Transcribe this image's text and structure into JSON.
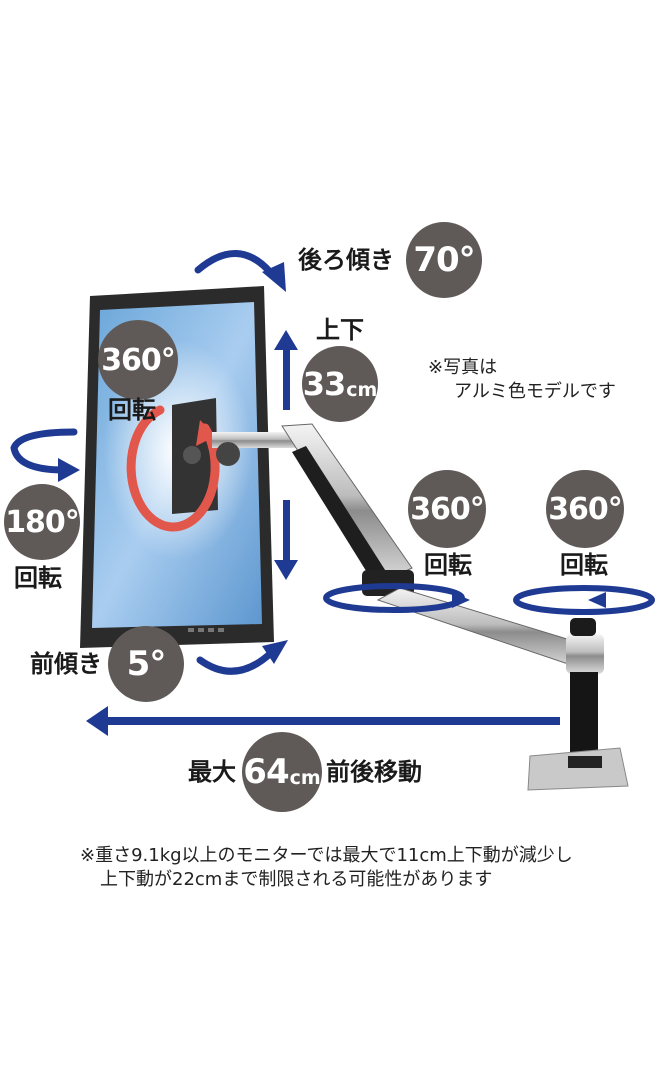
{
  "colors": {
    "arrow": "#1f3a93",
    "rotate": "#e2574c",
    "badge": "#5f5a57"
  },
  "labels": {
    "back_tilt": "後ろ傾き",
    "back_tilt_value": "70°",
    "lift": "上下",
    "lift_value": "33",
    "lift_unit": "cm",
    "screen_rotate_value": "360°",
    "screen_rotate": "回転",
    "swivel_value": "180°",
    "swivel": "回転",
    "fwd_tilt": "前傾き",
    "fwd_tilt_value": "5°",
    "elbow_rotate_value": "360°",
    "elbow_rotate": "回転",
    "base_rotate_value": "360°",
    "base_rotate": "回転",
    "extend_prefix": "最大",
    "extend_value": "64",
    "extend_unit": "cm",
    "extend_suffix": "前後移動"
  },
  "notes": {
    "photo_line1": "※写真は",
    "photo_line2": "アルミ色モデルです",
    "weight_line1": "※重さ9.1kg以上のモニターでは最大で11cm上下動が減少し",
    "weight_line2": "上下動が22cmまで制限される可能性があります"
  }
}
